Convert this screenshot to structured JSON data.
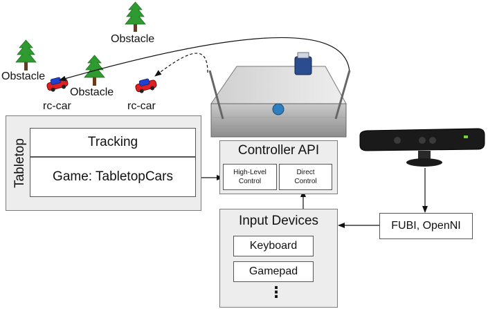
{
  "scene": {
    "obstacle_labels": [
      "Obstacle",
      "Obstacle",
      "Obstacle"
    ],
    "car_labels": [
      "rc-car",
      "rc-car"
    ]
  },
  "tabletop": {
    "title": "Tabletop",
    "tracking": "Tracking",
    "game": "Game: TabletopCars"
  },
  "controller": {
    "title": "Controller API",
    "high_level": "High-Level Control",
    "direct": "Direct Control"
  },
  "input": {
    "title": "Input Devices",
    "keyboard": "Keyboard",
    "gamepad": "Gamepad",
    "ellipsis": "⋮"
  },
  "fubi": {
    "label": "FUBI, OpenNI"
  },
  "colors": {
    "tree_green": "#2f9a2f",
    "trunk": "#6b3a1a",
    "car_red": "#e02020",
    "car_blue": "#2040d0",
    "box_fill": "#ededed",
    "line": "#111111"
  },
  "icons": [
    "tree-icon",
    "rc-car-icon",
    "arduino-controller-device",
    "kinect-sensor-icon"
  ]
}
